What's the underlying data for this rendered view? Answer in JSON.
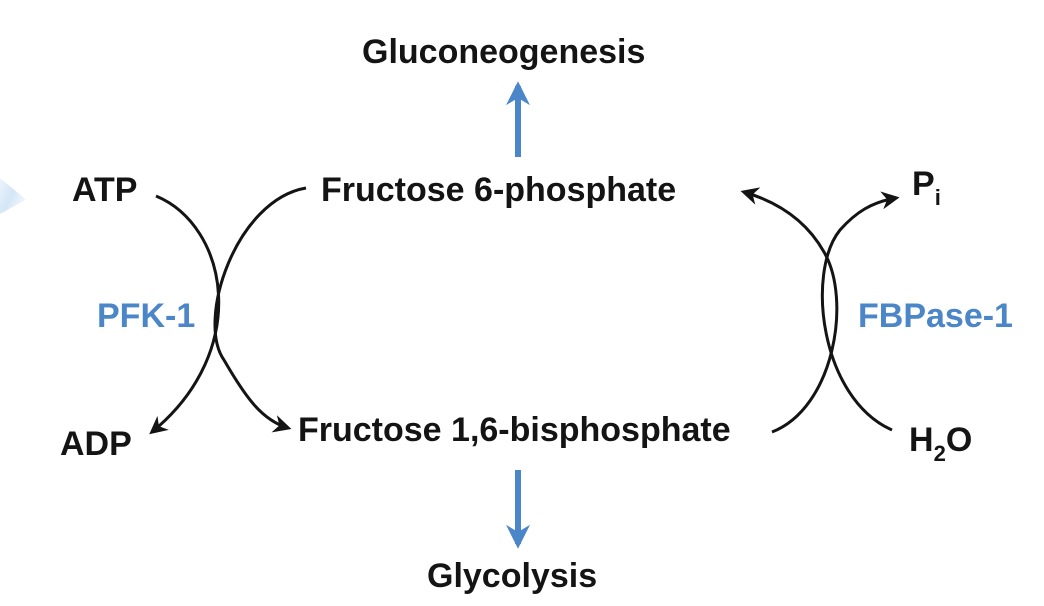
{
  "nodes": {
    "gluconeogenesis": "Gluconeogenesis",
    "f6p": "Fructose 6-phosphate",
    "f16bp": "Fructose 1,6-bisphosphate",
    "glycolysis": "Glycolysis",
    "atp": "ATP",
    "adp": "ADP",
    "pi_main": "P",
    "pi_sub": "i",
    "h2o_h": "H",
    "h2o_sub": "2",
    "h2o_o": "O"
  },
  "enzymes": {
    "pfk": "PFK-1",
    "fbpase": "FBPase-1"
  },
  "colors": {
    "enzyme": "#4a86c8",
    "text": "#141414",
    "arrow": "#141414",
    "flux_arrow": "#4a86c8"
  }
}
